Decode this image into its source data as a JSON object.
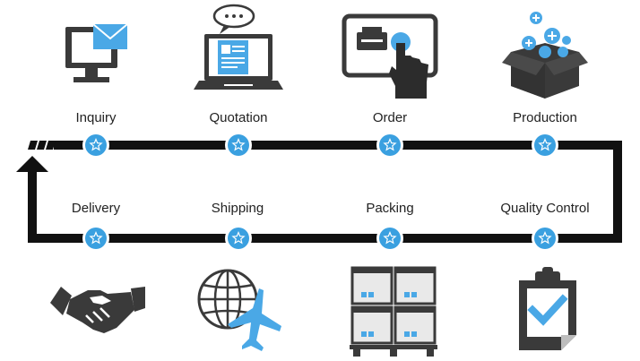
{
  "colors": {
    "loop": "#111111",
    "marker": "#3aa0e0",
    "accent": "#4aa8e6",
    "icon_dark": "#3a3a3a",
    "icon_light": "#e9e9e9",
    "text": "#222222"
  },
  "steps_top": [
    {
      "label": "Inquiry",
      "icon": "monitor-mail-icon"
    },
    {
      "label": "Quotation",
      "icon": "laptop-quote-icon"
    },
    {
      "label": "Order",
      "icon": "touchscreen-order-icon"
    },
    {
      "label": "Production",
      "icon": "box-production-icon"
    }
  ],
  "steps_bottom": [
    {
      "label": "Delivery",
      "icon": "handshake-icon"
    },
    {
      "label": "Shipping",
      "icon": "globe-plane-icon"
    },
    {
      "label": "Packing",
      "icon": "stacked-boxes-icon"
    },
    {
      "label": "Quality Control",
      "icon": "clipboard-check-icon"
    }
  ]
}
